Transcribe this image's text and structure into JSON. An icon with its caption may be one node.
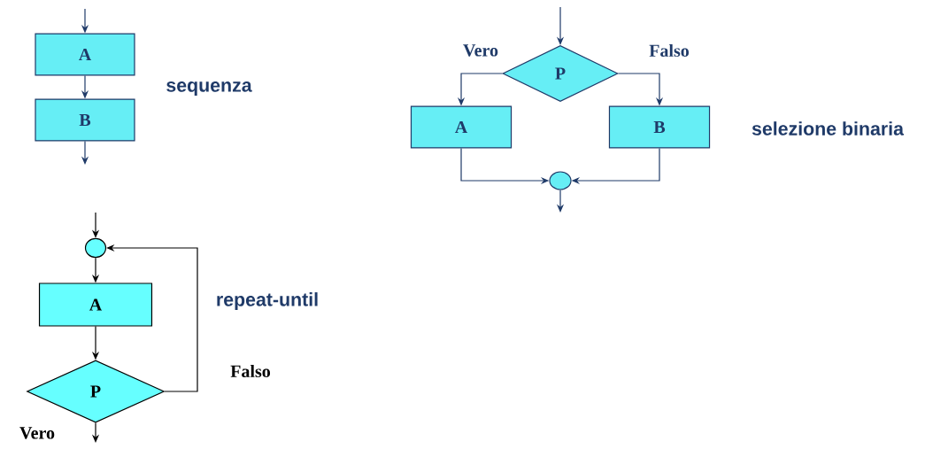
{
  "diagram": {
    "nodes": [
      {
        "text": [
          "A"
        ]
      },
      {
        "text": [
          "B"
        ]
      },
      {
        "text": [
          "P"
        ]
      },
      {
        "text": [
          "A"
        ]
      },
      {
        "text": [
          "B"
        ]
      },
      {
        "text": [],
        "shape": "circle"
      },
      {
        "text": [],
        "shape": "circle"
      },
      {
        "text": [
          "A"
        ]
      },
      {
        "text": [
          "P"
        ]
      }
    ],
    "edges": [
      {
        "from": null,
        "to": 0,
        "arrow": "to"
      },
      {
        "from": 0,
        "to": 1,
        "arrow": "to"
      },
      {
        "from": 1,
        "to": null,
        "arrow": "to"
      },
      {
        "from": null,
        "to": 2,
        "arrow": "to"
      },
      {
        "from": 2,
        "to": 3,
        "arrow": "to",
        "label": "Vero"
      },
      {
        "from": 2,
        "to": 4,
        "arrow": "to",
        "label": "Falso"
      },
      {
        "from": 3,
        "to": 5,
        "arrow": "to"
      },
      {
        "from": 4,
        "to": 5,
        "arrow": "to"
      },
      {
        "from": 5,
        "to": null,
        "arrow": "to"
      },
      {
        "from": null,
        "to": 6,
        "arrow": "to",
        "color": "#000000"
      },
      {
        "from": 6,
        "to": 7,
        "arrow": "to",
        "color": "#000000"
      },
      {
        "from": 7,
        "to": 8,
        "arrow": "to",
        "color": "#000000"
      },
      {
        "from": 8,
        "to": 6,
        "arrow": "to",
        "label": "Falso",
        "color": "#000000"
      },
      {
        "from": 8,
        "to": null,
        "arrow": "to",
        "label": "Vero",
        "color": "#000000"
      }
    ],
    "labels": [
      "sequenza",
      "selezione binaria",
      "repeat-until"
    ]
  }
}
